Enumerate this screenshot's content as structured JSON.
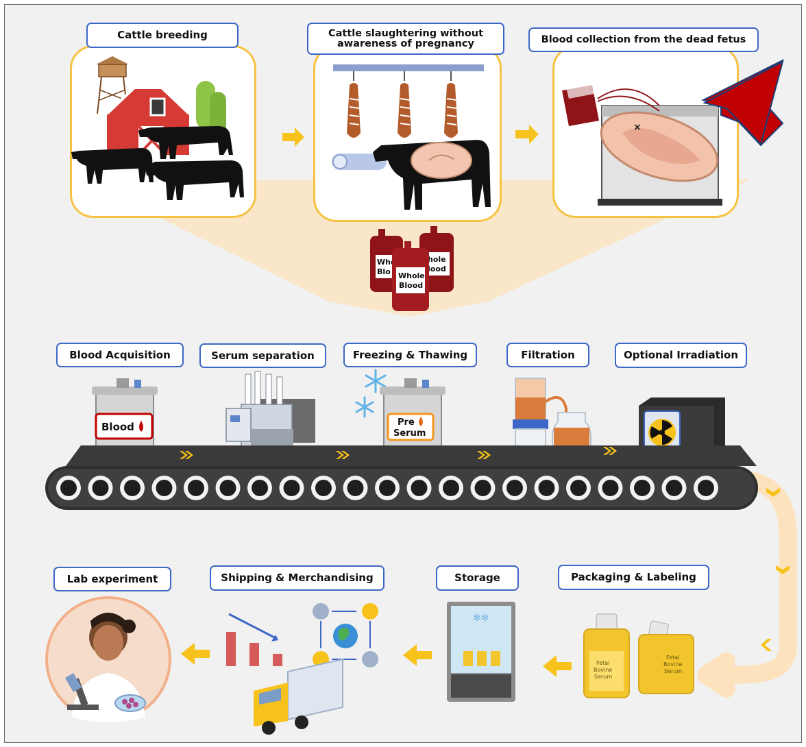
{
  "figure": {
    "top_steps": {
      "cattle_breeding": "Cattle breeding",
      "slaughtering": "Cattle slaughtering without awareness of pregnancy",
      "blood_collection": "Blood collection from the dead fetus"
    },
    "blood_bags": {
      "bag_label_line1": "Whole",
      "bag_label_line2": "Blood",
      "left_partial_1": "Whol",
      "left_partial_2": "Blo",
      "right_partial_1": "hole",
      "right_partial_2": "lood"
    },
    "conveyor_steps": {
      "blood_acquisition": "Blood Acquisition",
      "serum_separation": "Serum separation",
      "freezing_thawing": "Freezing & Thawing",
      "filtration": "Filtration",
      "optional_irradiation": "Optional Irradiation"
    },
    "tank_labels": {
      "blood_tank": "Blood",
      "pre_serum_line1": "Pre",
      "pre_serum_line2": "Serum"
    },
    "bottom_steps": {
      "packaging": "Packaging & Labeling",
      "storage": "Storage",
      "shipping": "Shipping & Merchandising",
      "lab_experiment": "Lab experiment"
    },
    "bottle_label": {
      "line1": "Fetal",
      "line2": "Bovine",
      "line3": "Serum"
    },
    "colors": {
      "label_border": "#3d67c6",
      "panel_border": "#f5c242",
      "arrow_yellow": "#f7c21b",
      "highlight_arrow": "#c00000",
      "blood_red": "#8e1418",
      "conveyor": "#2f2f2f"
    }
  }
}
